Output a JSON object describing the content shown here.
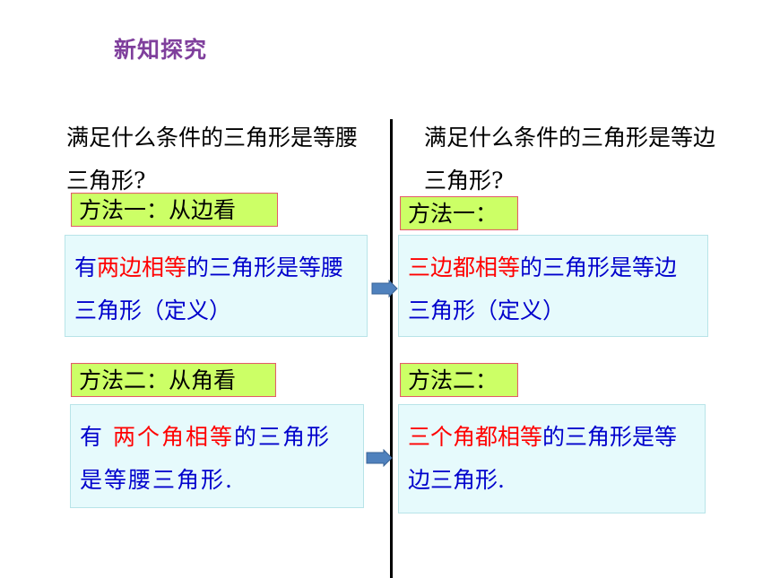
{
  "title": "新知探究",
  "left": {
    "question": "满足什么条件的三角形是等腰三角形?",
    "method1": {
      "label": "方法一：从边看",
      "parts": [
        {
          "text": "有",
          "color": "blue"
        },
        {
          "text": "两边相等",
          "color": "red"
        },
        {
          "text": "的三角形是等腰三角形（定义）",
          "color": "blue"
        }
      ]
    },
    "method2": {
      "label": "方法二：从角看",
      "parts": [
        {
          "text": "有 ",
          "color": "blue"
        },
        {
          "text": "两个角相等",
          "color": "red"
        },
        {
          "text": "的三角形是等腰三角形.",
          "color": "blue"
        }
      ]
    }
  },
  "right": {
    "question": "满足什么条件的三角形是等边三角形?",
    "method1": {
      "label": "方法一：",
      "parts": [
        {
          "text": "三边都相等",
          "color": "red"
        },
        {
          "text": "的三角形是等边三角形（定义）",
          "color": "blue"
        }
      ]
    },
    "method2": {
      "label": "方法二：",
      "parts": [
        {
          "text": "三个角都相等",
          "color": "red"
        },
        {
          "text": "的三角形是等边三角形.",
          "color": "blue"
        }
      ]
    }
  },
  "colors": {
    "title": "#7f3f9c",
    "emphasis": "#ff0000",
    "body_text": "#0000cc",
    "tag_bg": "#ccff66",
    "box_bg": "#e6fafc",
    "arrow": "#4f81bd"
  }
}
